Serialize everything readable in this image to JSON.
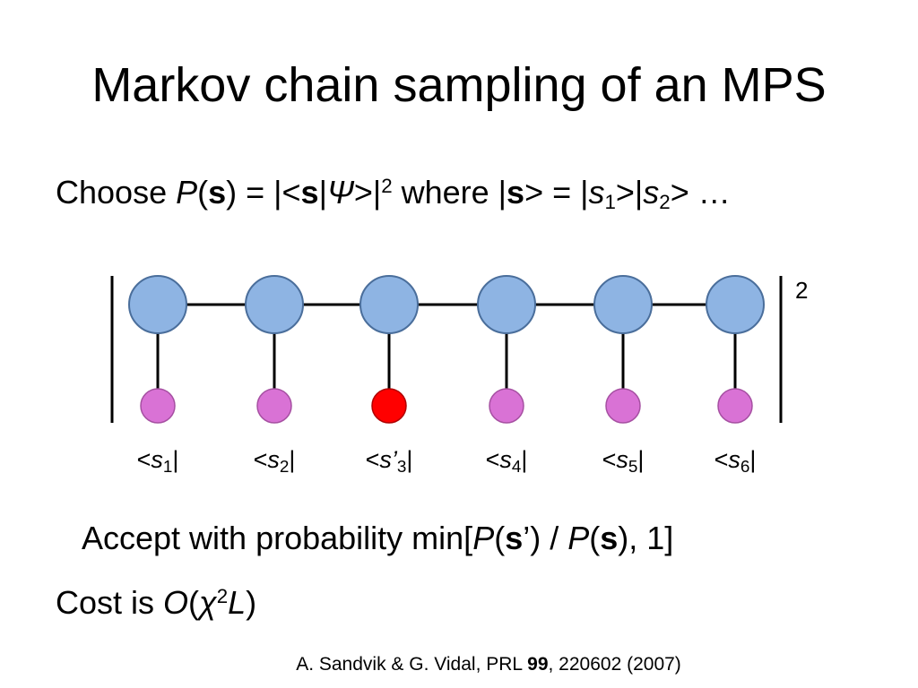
{
  "title": "Markov chain sampling of an MPS",
  "choose_line": {
    "t1": "Choose ",
    "P": "P",
    "t2": "(",
    "s1": "s",
    "t3": ") = |<",
    "s2": "s",
    "t4": "|",
    "psi": "Ψ",
    "t5": ">|",
    "exp": "2",
    "t6": " where |",
    "s3": "s",
    "t7": "> = |",
    "s4": "s",
    "sub1": "1",
    "t8": ">|",
    "s5": "s",
    "sub2": "2",
    "t9": "> …"
  },
  "diagram": {
    "exponent": "2",
    "sites": [
      {
        "bra_open": "<",
        "var": "s",
        "prime": "",
        "index": "1",
        "bra_close": "|",
        "node_color": "#8eb4e3",
        "physical_color": "#d972d5",
        "changed": false
      },
      {
        "bra_open": "<",
        "var": "s",
        "prime": "",
        "index": "2",
        "bra_close": "|",
        "node_color": "#8eb4e3",
        "physical_color": "#d972d5",
        "changed": false
      },
      {
        "bra_open": "<",
        "var": "s",
        "prime": "’",
        "index": "3",
        "bra_close": "|",
        "node_color": "#8eb4e3",
        "physical_color": "#ff0000",
        "changed": true
      },
      {
        "bra_open": "<",
        "var": "s",
        "prime": "",
        "index": "4",
        "bra_close": "|",
        "node_color": "#8eb4e3",
        "physical_color": "#d972d5",
        "changed": false
      },
      {
        "bra_open": "<",
        "var": "s",
        "prime": "",
        "index": "5",
        "bra_close": "|",
        "node_color": "#8eb4e3",
        "physical_color": "#d972d5",
        "changed": false
      },
      {
        "bra_open": "<",
        "var": "s",
        "prime": "",
        "index": "6",
        "bra_close": "|",
        "node_color": "#8eb4e3",
        "physical_color": "#d972d5",
        "changed": false
      }
    ]
  },
  "accept_line": {
    "t1": "Accept with probability min[",
    "P1": "P",
    "t2": "(",
    "s1": "s",
    "t3": "’) / ",
    "P2": "P",
    "t4": "(",
    "s2": "s",
    "t5": "), 1]"
  },
  "cost_line": {
    "t1": "Cost is ",
    "O": "O",
    "t2": "(",
    "chi": "χ",
    "exp": "2",
    "L": "L",
    "t3": ")"
  },
  "citation": {
    "t1": "A. Sandvik & G. Vidal, PRL ",
    "volume": "99",
    "t2": ", 220602 (2007)"
  }
}
